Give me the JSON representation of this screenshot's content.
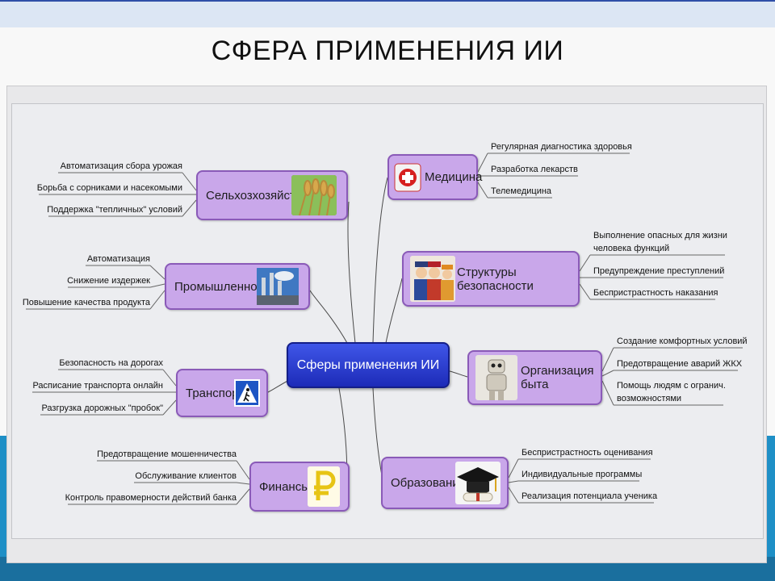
{
  "title": "СФЕРА ПРИМЕНЕНИЯ ИИ",
  "center": "Сферы применения ИИ",
  "branches": {
    "agriculture": {
      "label": "Сельхозхозяйство",
      "image": "wheat-icon",
      "items": [
        "Автоматизация сбора урожая",
        "Борьба с сорниками и насекомыми",
        "Поддержка \"тепличных\" условий"
      ]
    },
    "industry": {
      "label": "Промышленность",
      "image": "factory-icon",
      "items": [
        "Автоматизация",
        "Снижение издержек",
        "Повышение качества продукта"
      ]
    },
    "transport": {
      "label": "Транспорт",
      "image": "crosswalk-sign-icon",
      "items": [
        "Безопасность на дорогах",
        "Расписание транспорта онлайн",
        "Разгрузка дорожных \"пробок\""
      ]
    },
    "finance": {
      "label": "Финансы",
      "image": "ruble-icon",
      "items": [
        "Предотвращение мошенничества",
        "Обслуживание клиентов",
        "Контроль правомерности действий банка"
      ]
    },
    "medicine": {
      "label": "Медицина",
      "image": "red-cross-icon",
      "items": [
        "Регулярная диагностика здоровья",
        "Разработка лекарств",
        "Телемедицина"
      ]
    },
    "security": {
      "label": "Структуры безопасности",
      "image": "security-officers-icon",
      "items": [
        "Выполнение опасных для жизни",
        "человека функций",
        "Предупреждение преступлений",
        "Беспристрастность наказания"
      ]
    },
    "household": {
      "label": "Организация быта",
      "image": "robot-icon",
      "items": [
        "Создание комфортных условий",
        "Предотвращение аварий ЖКХ",
        "Помощь людям с огранич.",
        "возможностями"
      ]
    },
    "education": {
      "label": "Образование",
      "image": "graduation-cap-icon",
      "items": [
        "Беспристрастность оценивания",
        "Индивидуальные программы",
        "Реализация потенциала ученика"
      ]
    }
  },
  "colors": {
    "node_fill": "#c9a7ea",
    "node_border": "#8a5ab8",
    "center_fill": "#2a3ad0",
    "slide_accent": "#1e8fc6"
  }
}
